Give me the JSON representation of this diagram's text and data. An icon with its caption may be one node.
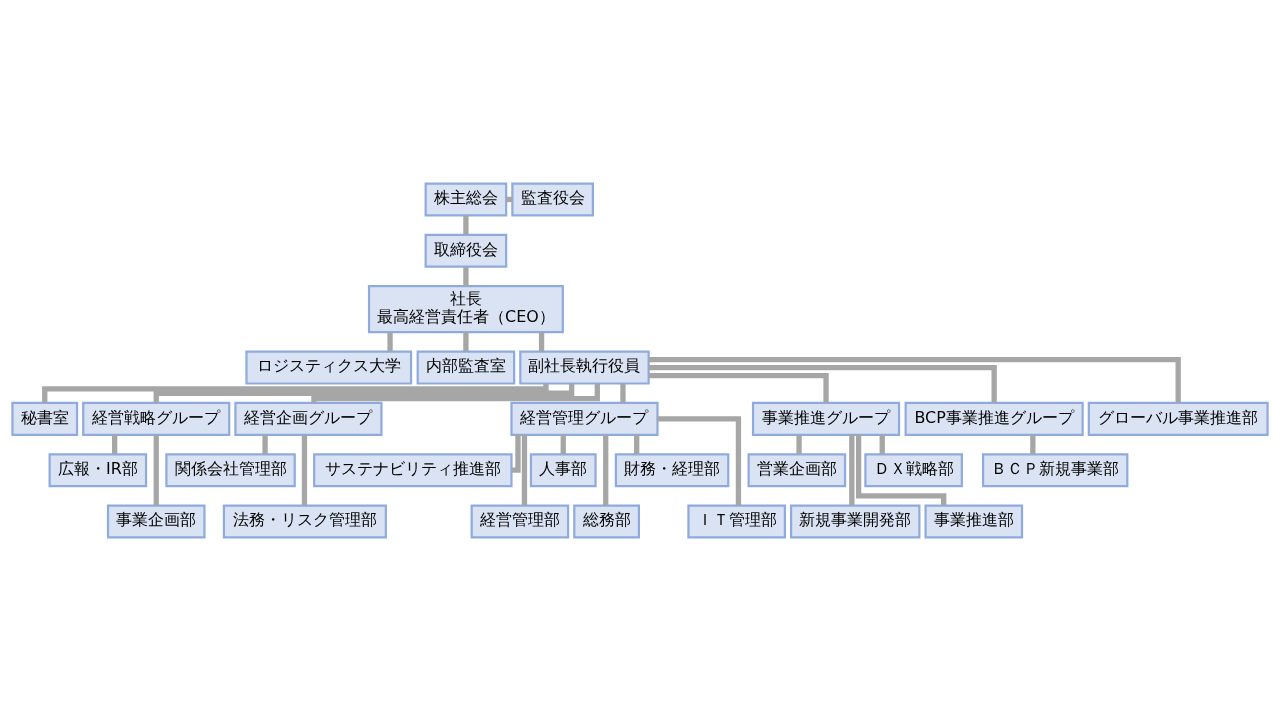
{
  "diagram": {
    "nodes": [
      {
        "text": [
          "株主総会"
        ]
      },
      {
        "text": [
          "監査役会"
        ]
      },
      {
        "text": [
          "取締役会"
        ]
      },
      {
        "text": [
          "社長",
          "最高経営責任者（CEO）"
        ]
      },
      {
        "text": [
          "ロジスティクス大学"
        ]
      },
      {
        "text": [
          "内部監査室"
        ]
      },
      {
        "text": [
          "副社長執行役員"
        ]
      },
      {
        "text": [
          "秘書室"
        ]
      },
      {
        "text": [
          "経営戦略グループ"
        ]
      },
      {
        "text": [
          "経営企画グループ"
        ]
      },
      {
        "text": [
          "経営管理グループ"
        ]
      },
      {
        "text": [
          "事業推進グループ"
        ]
      },
      {
        "text": [
          "BCP事業推進グループ"
        ]
      },
      {
        "text": [
          "グローバル事業推進部"
        ]
      },
      {
        "text": [
          "広報・IR部"
        ]
      },
      {
        "text": [
          "事業企画部"
        ]
      },
      {
        "text": [
          "関係会社管理部"
        ]
      },
      {
        "text": [
          "法務・リスク管理部"
        ]
      },
      {
        "text": [
          "サステナビリティ推進部"
        ]
      },
      {
        "text": [
          "経営管理部"
        ]
      },
      {
        "text": [
          "人事部"
        ]
      },
      {
        "text": [
          "総務部"
        ]
      },
      {
        "text": [
          "財務・経理部"
        ]
      },
      {
        "text": [
          "ＩＴ管理部"
        ]
      },
      {
        "text": [
          "営業企画部"
        ]
      },
      {
        "text": [
          "新規事業開発部"
        ]
      },
      {
        "text": [
          "ＤＸ戦略部"
        ]
      },
      {
        "text": [
          "事業推進部"
        ]
      },
      {
        "text": [
          "ＢＣＰ新規事業部"
        ]
      }
    ],
    "edges": [
      {
        "from": 0,
        "to": 1,
        "arrow": "none"
      },
      {
        "from": 0,
        "to": 2,
        "arrow": "none"
      },
      {
        "from": 2,
        "to": 3,
        "arrow": "none"
      },
      {
        "from": 3,
        "to": 4,
        "arrow": "none"
      },
      {
        "from": 3,
        "to": 5,
        "arrow": "none"
      },
      {
        "from": 3,
        "to": 6,
        "arrow": "none"
      },
      {
        "from": 6,
        "to": 7,
        "arrow": "none"
      },
      {
        "from": 6,
        "to": 8,
        "arrow": "none"
      },
      {
        "from": 6,
        "to": 9,
        "arrow": "none"
      },
      {
        "from": 6,
        "to": 10,
        "arrow": "none"
      },
      {
        "from": 6,
        "to": 11,
        "arrow": "none"
      },
      {
        "from": 6,
        "to": 12,
        "arrow": "none"
      },
      {
        "from": 6,
        "to": 13,
        "arrow": "none"
      },
      {
        "from": 8,
        "to": 14,
        "arrow": "none"
      },
      {
        "from": 8,
        "to": 15,
        "arrow": "none"
      },
      {
        "from": 9,
        "to": 16,
        "arrow": "none"
      },
      {
        "from": 9,
        "to": 17,
        "arrow": "none"
      },
      {
        "from": 10,
        "to": 18,
        "arrow": "none"
      },
      {
        "from": 10,
        "to": 19,
        "arrow": "none"
      },
      {
        "from": 10,
        "to": 20,
        "arrow": "none"
      },
      {
        "from": 10,
        "to": 21,
        "arrow": "none"
      },
      {
        "from": 10,
        "to": 22,
        "arrow": "none"
      },
      {
        "from": 10,
        "to": 23,
        "arrow": "none"
      },
      {
        "from": 11,
        "to": 24,
        "arrow": "none"
      },
      {
        "from": 11,
        "to": 25,
        "arrow": "none"
      },
      {
        "from": 11,
        "to": 26,
        "arrow": "none"
      },
      {
        "from": 11,
        "to": 27,
        "arrow": "none"
      },
      {
        "from": 12,
        "to": 28,
        "arrow": "none"
      }
    ]
  }
}
